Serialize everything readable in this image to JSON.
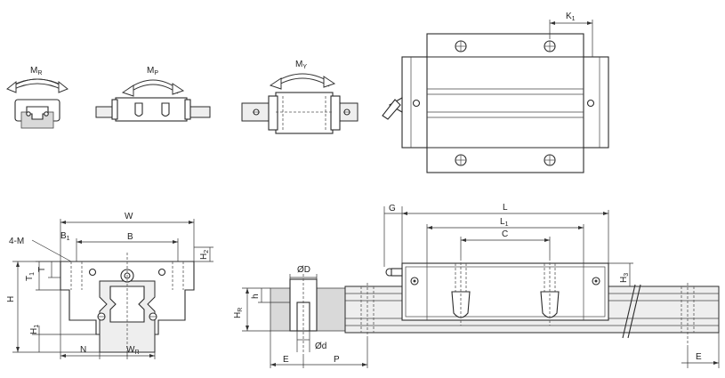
{
  "moment_labels": {
    "roll": {
      "main": "M",
      "sub": "R"
    },
    "pitch": {
      "main": "M",
      "sub": "P"
    },
    "yaw": {
      "main": "M",
      "sub": "Y"
    }
  },
  "top_view": {
    "k1": {
      "main": "K",
      "sub": "1"
    }
  },
  "end_view": {
    "mount": "4-M",
    "b1": {
      "main": "B",
      "sub": "1"
    },
    "w": "W",
    "b": "B",
    "h2": {
      "main": "H",
      "sub": "2"
    },
    "t1": {
      "main": "T",
      "sub": "1"
    },
    "t": "T",
    "h": "H",
    "h1": {
      "main": "H",
      "sub": "1"
    },
    "n": "N",
    "wr": {
      "main": "W",
      "sub": "R"
    }
  },
  "side_view": {
    "g": "G",
    "l": "L",
    "l1": {
      "main": "L",
      "sub": "1"
    },
    "c": "C",
    "h3": {
      "main": "H",
      "sub": "3"
    },
    "od": "ØD",
    "small_h": "h",
    "hr": {
      "main": "H",
      "sub": "R"
    },
    "od_small": "Ød",
    "e_left": "E",
    "p": "P",
    "e_right": "E"
  }
}
